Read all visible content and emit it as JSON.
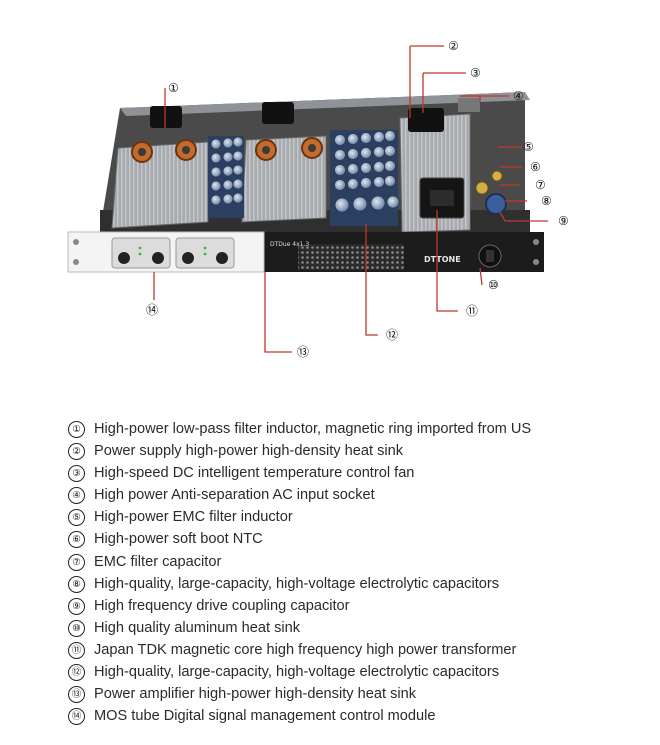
{
  "figure": {
    "front_label": "DTDue 4x1.3",
    "brand": "DTTONE"
  },
  "callouts": [
    {
      "num": "①",
      "text": "High-power low-pass filter inductor, magnetic ring imported from US"
    },
    {
      "num": "②",
      "text": "Power supply high-power high-density heat sink"
    },
    {
      "num": "③",
      "text": "High-speed DC intelligent temperature control fan"
    },
    {
      "num": "④",
      "text": "High power Anti-separation AC input socket"
    },
    {
      "num": "⑤",
      "text": "High-power EMC filter inductor"
    },
    {
      "num": "⑥",
      "text": "High-power soft boot NTC"
    },
    {
      "num": "⑦",
      "text": "EMC filter capacitor"
    },
    {
      "num": "⑧",
      "text": "High-quality, large-capacity, high-voltage electrolytic capacitors"
    },
    {
      "num": "⑨",
      "text": "High frequency drive coupling capacitor"
    },
    {
      "num": "⑩",
      "text": "High quality aluminum heat sink"
    },
    {
      "num": "⑪",
      "text": "Japan TDK magnetic core high frequency high power transformer"
    },
    {
      "num": "⑫",
      "text": "High-quality, large-capacity, high-voltage electrolytic capacitors"
    },
    {
      "num": "⑬",
      "text": "Power amplifier high-power high-density heat sink"
    },
    {
      "num": "⑭",
      "text": "MOS tube Digital signal management control module"
    }
  ],
  "colors": {
    "leader": "#c0392b",
    "chassis": "#1c1c1c",
    "heatsink": "#b8bcc0",
    "capacitor": "#3a5f9c",
    "inductor": "#c46a2a"
  }
}
